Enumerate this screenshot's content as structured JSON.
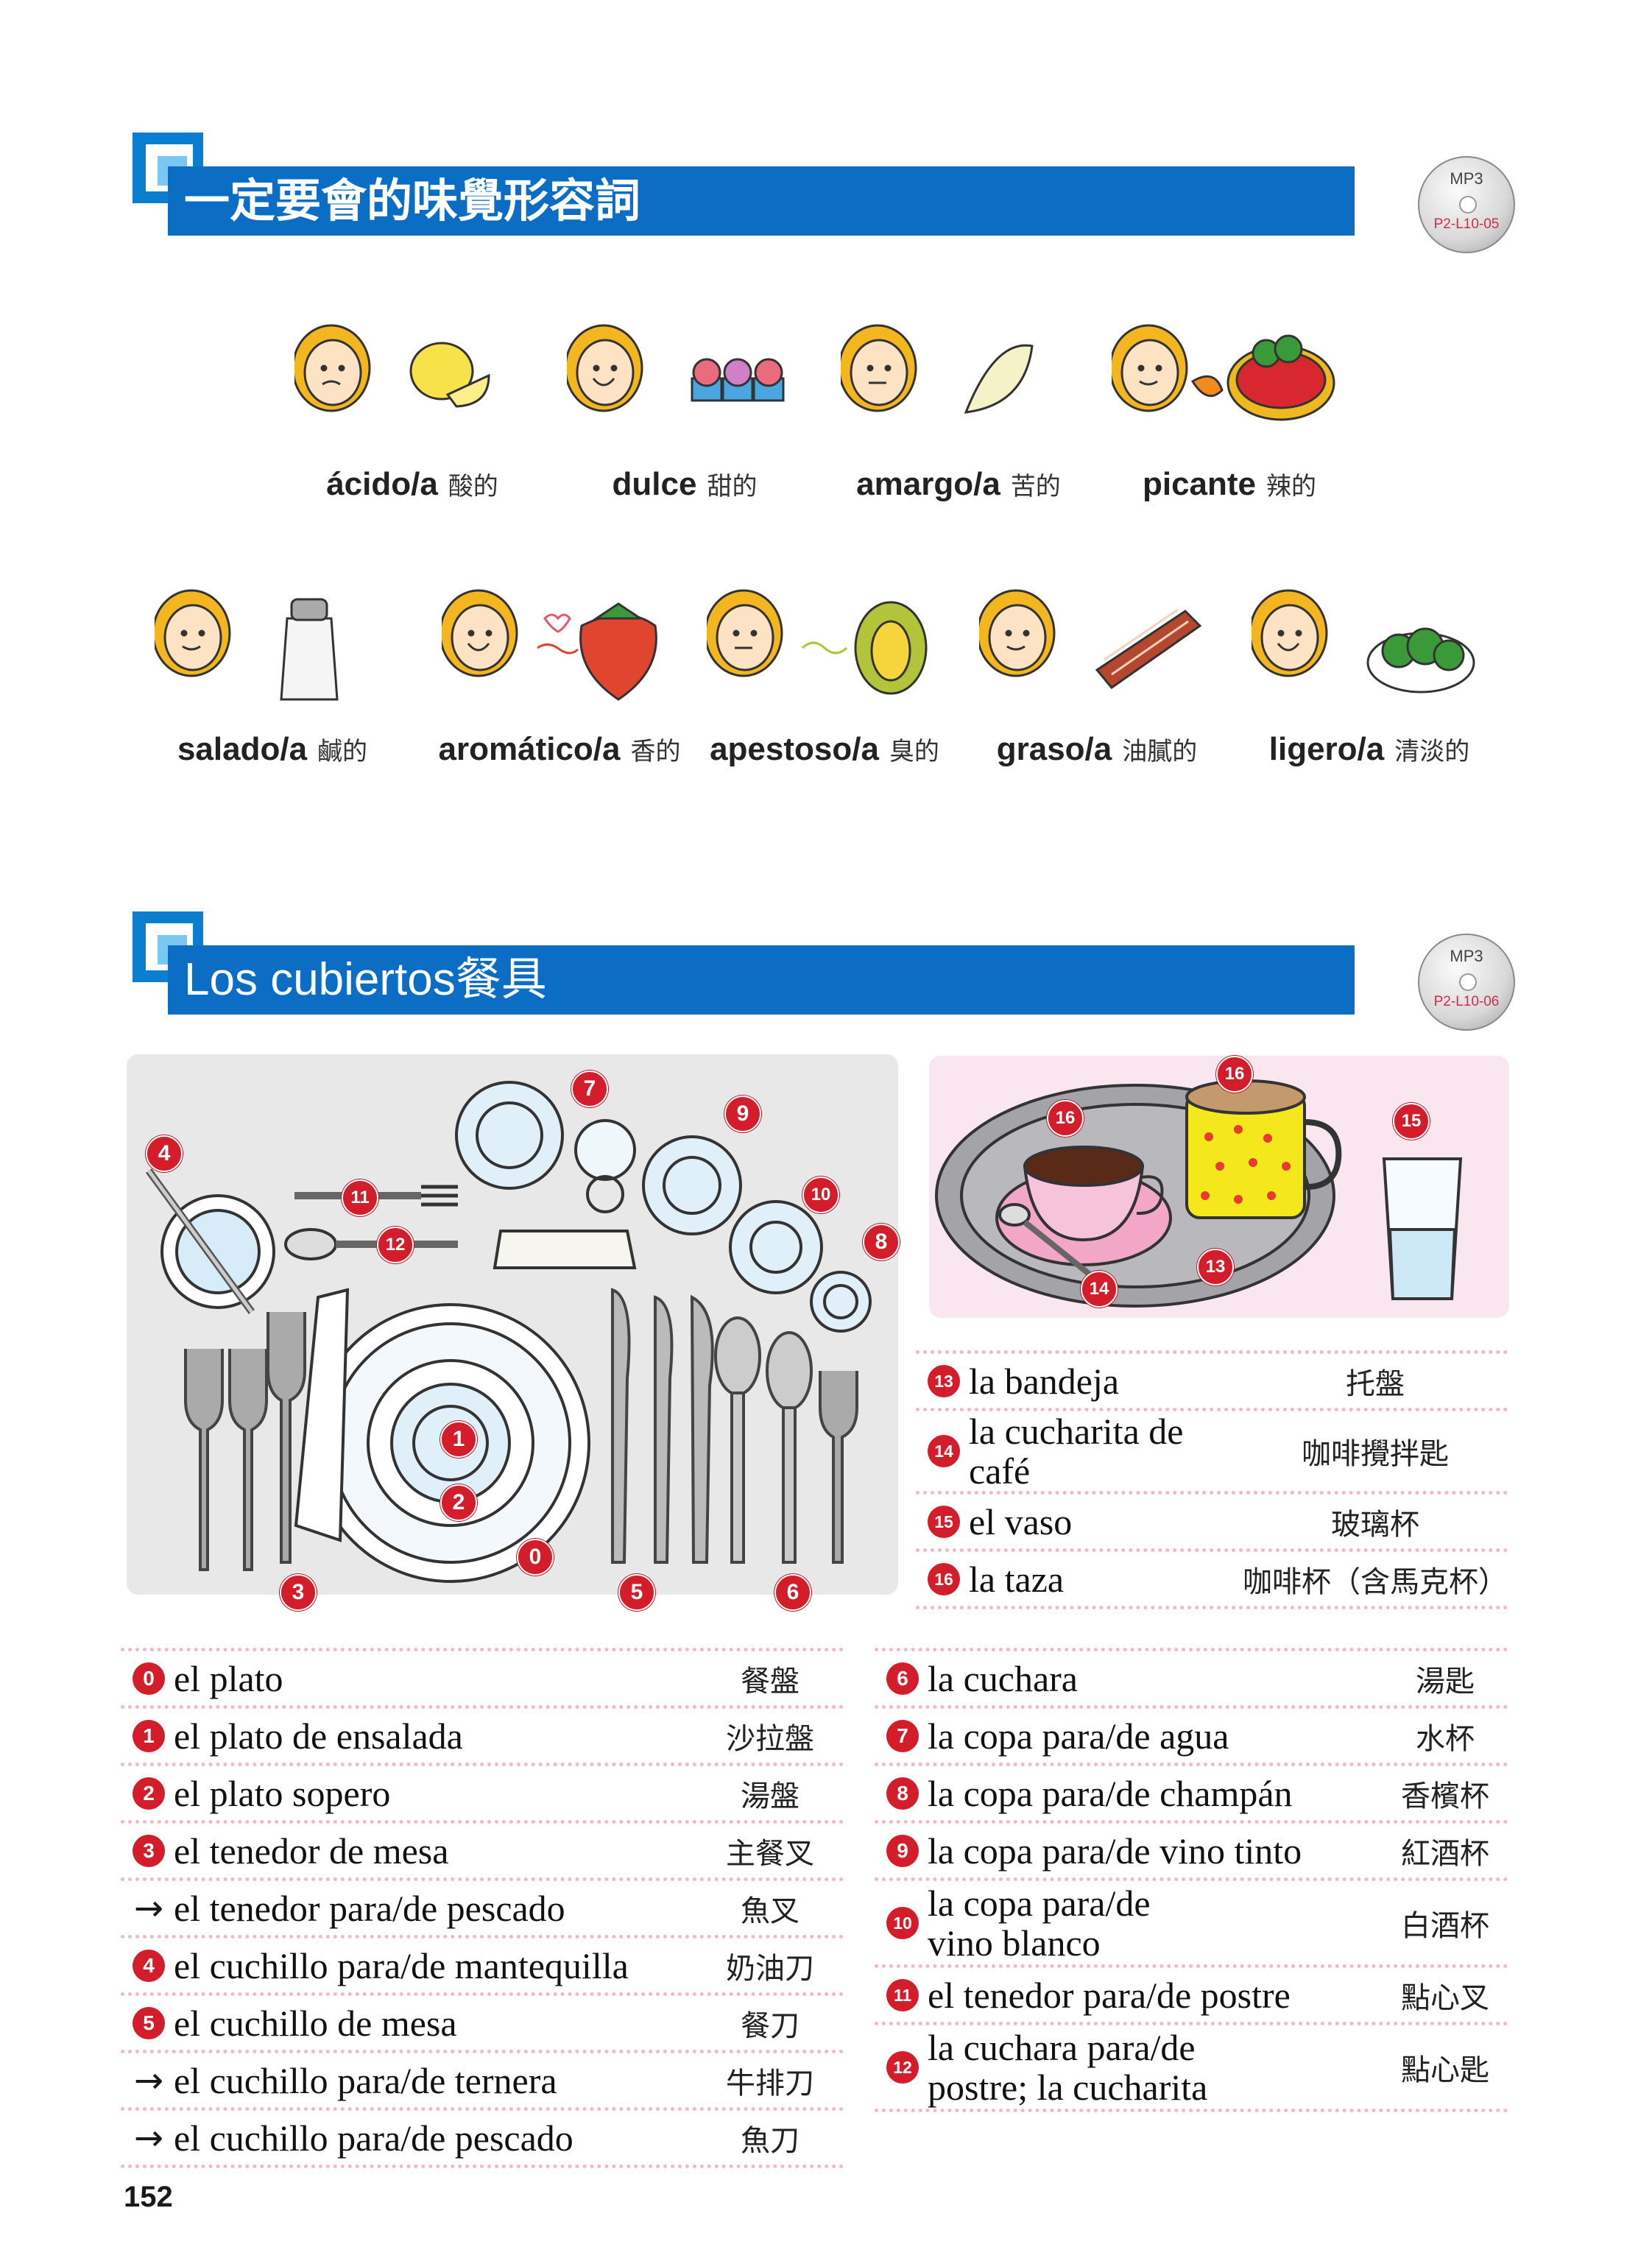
{
  "sections": {
    "tastes": {
      "title": "一定要會的味覺形容詞",
      "mp3_label": "MP3",
      "mp3_code": "P2-L10-05"
    },
    "cutlery": {
      "title": "Los cubiertos餐具",
      "mp3_label": "MP3",
      "mp3_code": "P2-L10-06"
    }
  },
  "tastes": [
    {
      "es": "ácido/a",
      "zh": "酸的",
      "icon": "lemon-icon"
    },
    {
      "es": "dulce",
      "zh": "甜的",
      "icon": "cupcakes-icon"
    },
    {
      "es": "amargo/a",
      "zh": "苦的",
      "icon": "bitter-melon-icon"
    },
    {
      "es": "picante",
      "zh": "辣的",
      "icon": "chili-dish-icon"
    },
    {
      "es": "salado/a",
      "zh": "鹹的",
      "icon": "salt-shaker-icon"
    },
    {
      "es": "aromático/a",
      "zh": "香的",
      "icon": "strawberry-icon"
    },
    {
      "es": "apestoso/a",
      "zh": "臭的",
      "icon": "durian-icon"
    },
    {
      "es": "graso/a",
      "zh": "油膩的",
      "icon": "bacon-icon"
    },
    {
      "es": "ligero/a",
      "zh": "清淡的",
      "icon": "broccoli-icon"
    }
  ],
  "table_badges": [
    "0",
    "1",
    "2",
    "3",
    "4",
    "5",
    "6",
    "7",
    "8",
    "9",
    "10",
    "11",
    "12"
  ],
  "tray_badges": [
    "13",
    "14",
    "15",
    "16",
    "16"
  ],
  "tray_list": [
    {
      "n": "13",
      "es": "la bandeja",
      "zh": "托盤"
    },
    {
      "n": "14",
      "es": "la cucharita de café",
      "zh": "咖啡攪拌匙"
    },
    {
      "n": "15",
      "es": "el vaso",
      "zh": "玻璃杯"
    },
    {
      "n": "16",
      "es": "la taza",
      "zh": "咖啡杯（含馬克杯）"
    }
  ],
  "left_list": [
    {
      "n": "0",
      "es": "el plato",
      "zh": "餐盤"
    },
    {
      "n": "1",
      "es": "el plato de ensalada",
      "zh": "沙拉盤"
    },
    {
      "n": "2",
      "es": "el plato sopero",
      "zh": "湯盤"
    },
    {
      "n": "3",
      "es": "el tenedor de mesa",
      "zh": "主餐叉"
    },
    {
      "n": "→",
      "es": "el tenedor para/de pescado",
      "zh": "魚叉"
    },
    {
      "n": "4",
      "es": "el cuchillo para/de mantequilla",
      "zh": "奶油刀"
    },
    {
      "n": "5",
      "es": "el cuchillo de mesa",
      "zh": "餐刀"
    },
    {
      "n": "→",
      "es": "el cuchillo para/de ternera",
      "zh": "牛排刀"
    },
    {
      "n": "→",
      "es": "el cuchillo para/de pescado",
      "zh": "魚刀"
    }
  ],
  "right_list": [
    {
      "n": "6",
      "es": "la cuchara",
      "zh": "湯匙"
    },
    {
      "n": "7",
      "es": "la copa para/de agua",
      "zh": "水杯"
    },
    {
      "n": "8",
      "es": "la copa para/de champán",
      "zh": "香檳杯"
    },
    {
      "n": "9",
      "es": "la copa para/de vino tinto",
      "zh": "紅酒杯"
    },
    {
      "n": "10",
      "es": "la copa para/de\nvino blanco",
      "zh": "白酒杯"
    },
    {
      "n": "11",
      "es": "el tenedor para/de postre",
      "zh": "點心叉"
    },
    {
      "n": "12",
      "es": "la cuchara para/de\npostre; la cucharita",
      "zh": "點心匙"
    }
  ],
  "page_number": "152"
}
